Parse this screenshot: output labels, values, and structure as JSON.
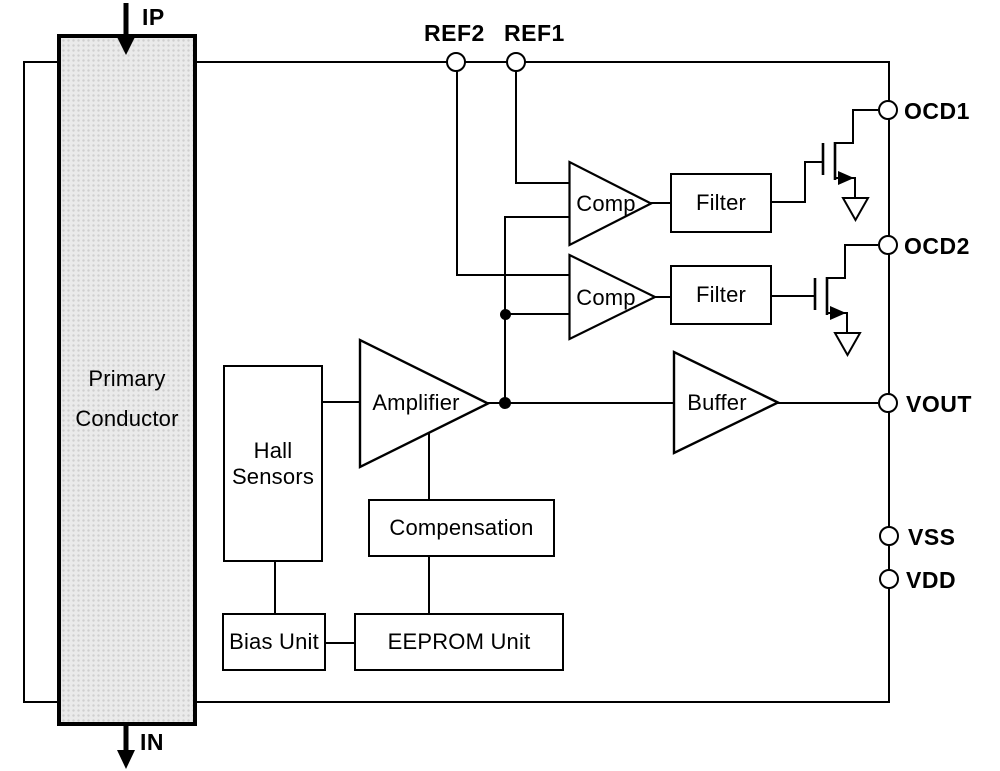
{
  "diagram": {
    "background": "#ffffff",
    "line_color": "#000000",
    "conductor": {
      "fill": "#eaeaea",
      "label_line1": "Primary",
      "label_line2": "Conductor"
    },
    "pins": {
      "ip": {
        "label": "IP"
      },
      "in": {
        "label": "IN"
      },
      "ref2": {
        "label": "REF2"
      },
      "ref1": {
        "label": "REF1"
      },
      "ocd1": {
        "label": "OCD1"
      },
      "ocd2": {
        "label": "OCD2"
      },
      "vout": {
        "label": "VOUT"
      },
      "vss": {
        "label": "VSS"
      },
      "vdd": {
        "label": "VDD"
      }
    },
    "blocks": {
      "hall": {
        "line1": "Hall",
        "line2": "Sensors"
      },
      "amplifier": {
        "label": "Amplifier"
      },
      "compensation": {
        "label": "Compensation"
      },
      "bias": {
        "label": "Bias Unit"
      },
      "eeprom": {
        "label": "EEPROM Unit"
      },
      "comp1": {
        "label": "Comp"
      },
      "comp2": {
        "label": "Comp"
      },
      "filter1": {
        "label": "Filter"
      },
      "filter2": {
        "label": "Filter"
      },
      "buffer": {
        "label": "Buffer"
      }
    }
  }
}
